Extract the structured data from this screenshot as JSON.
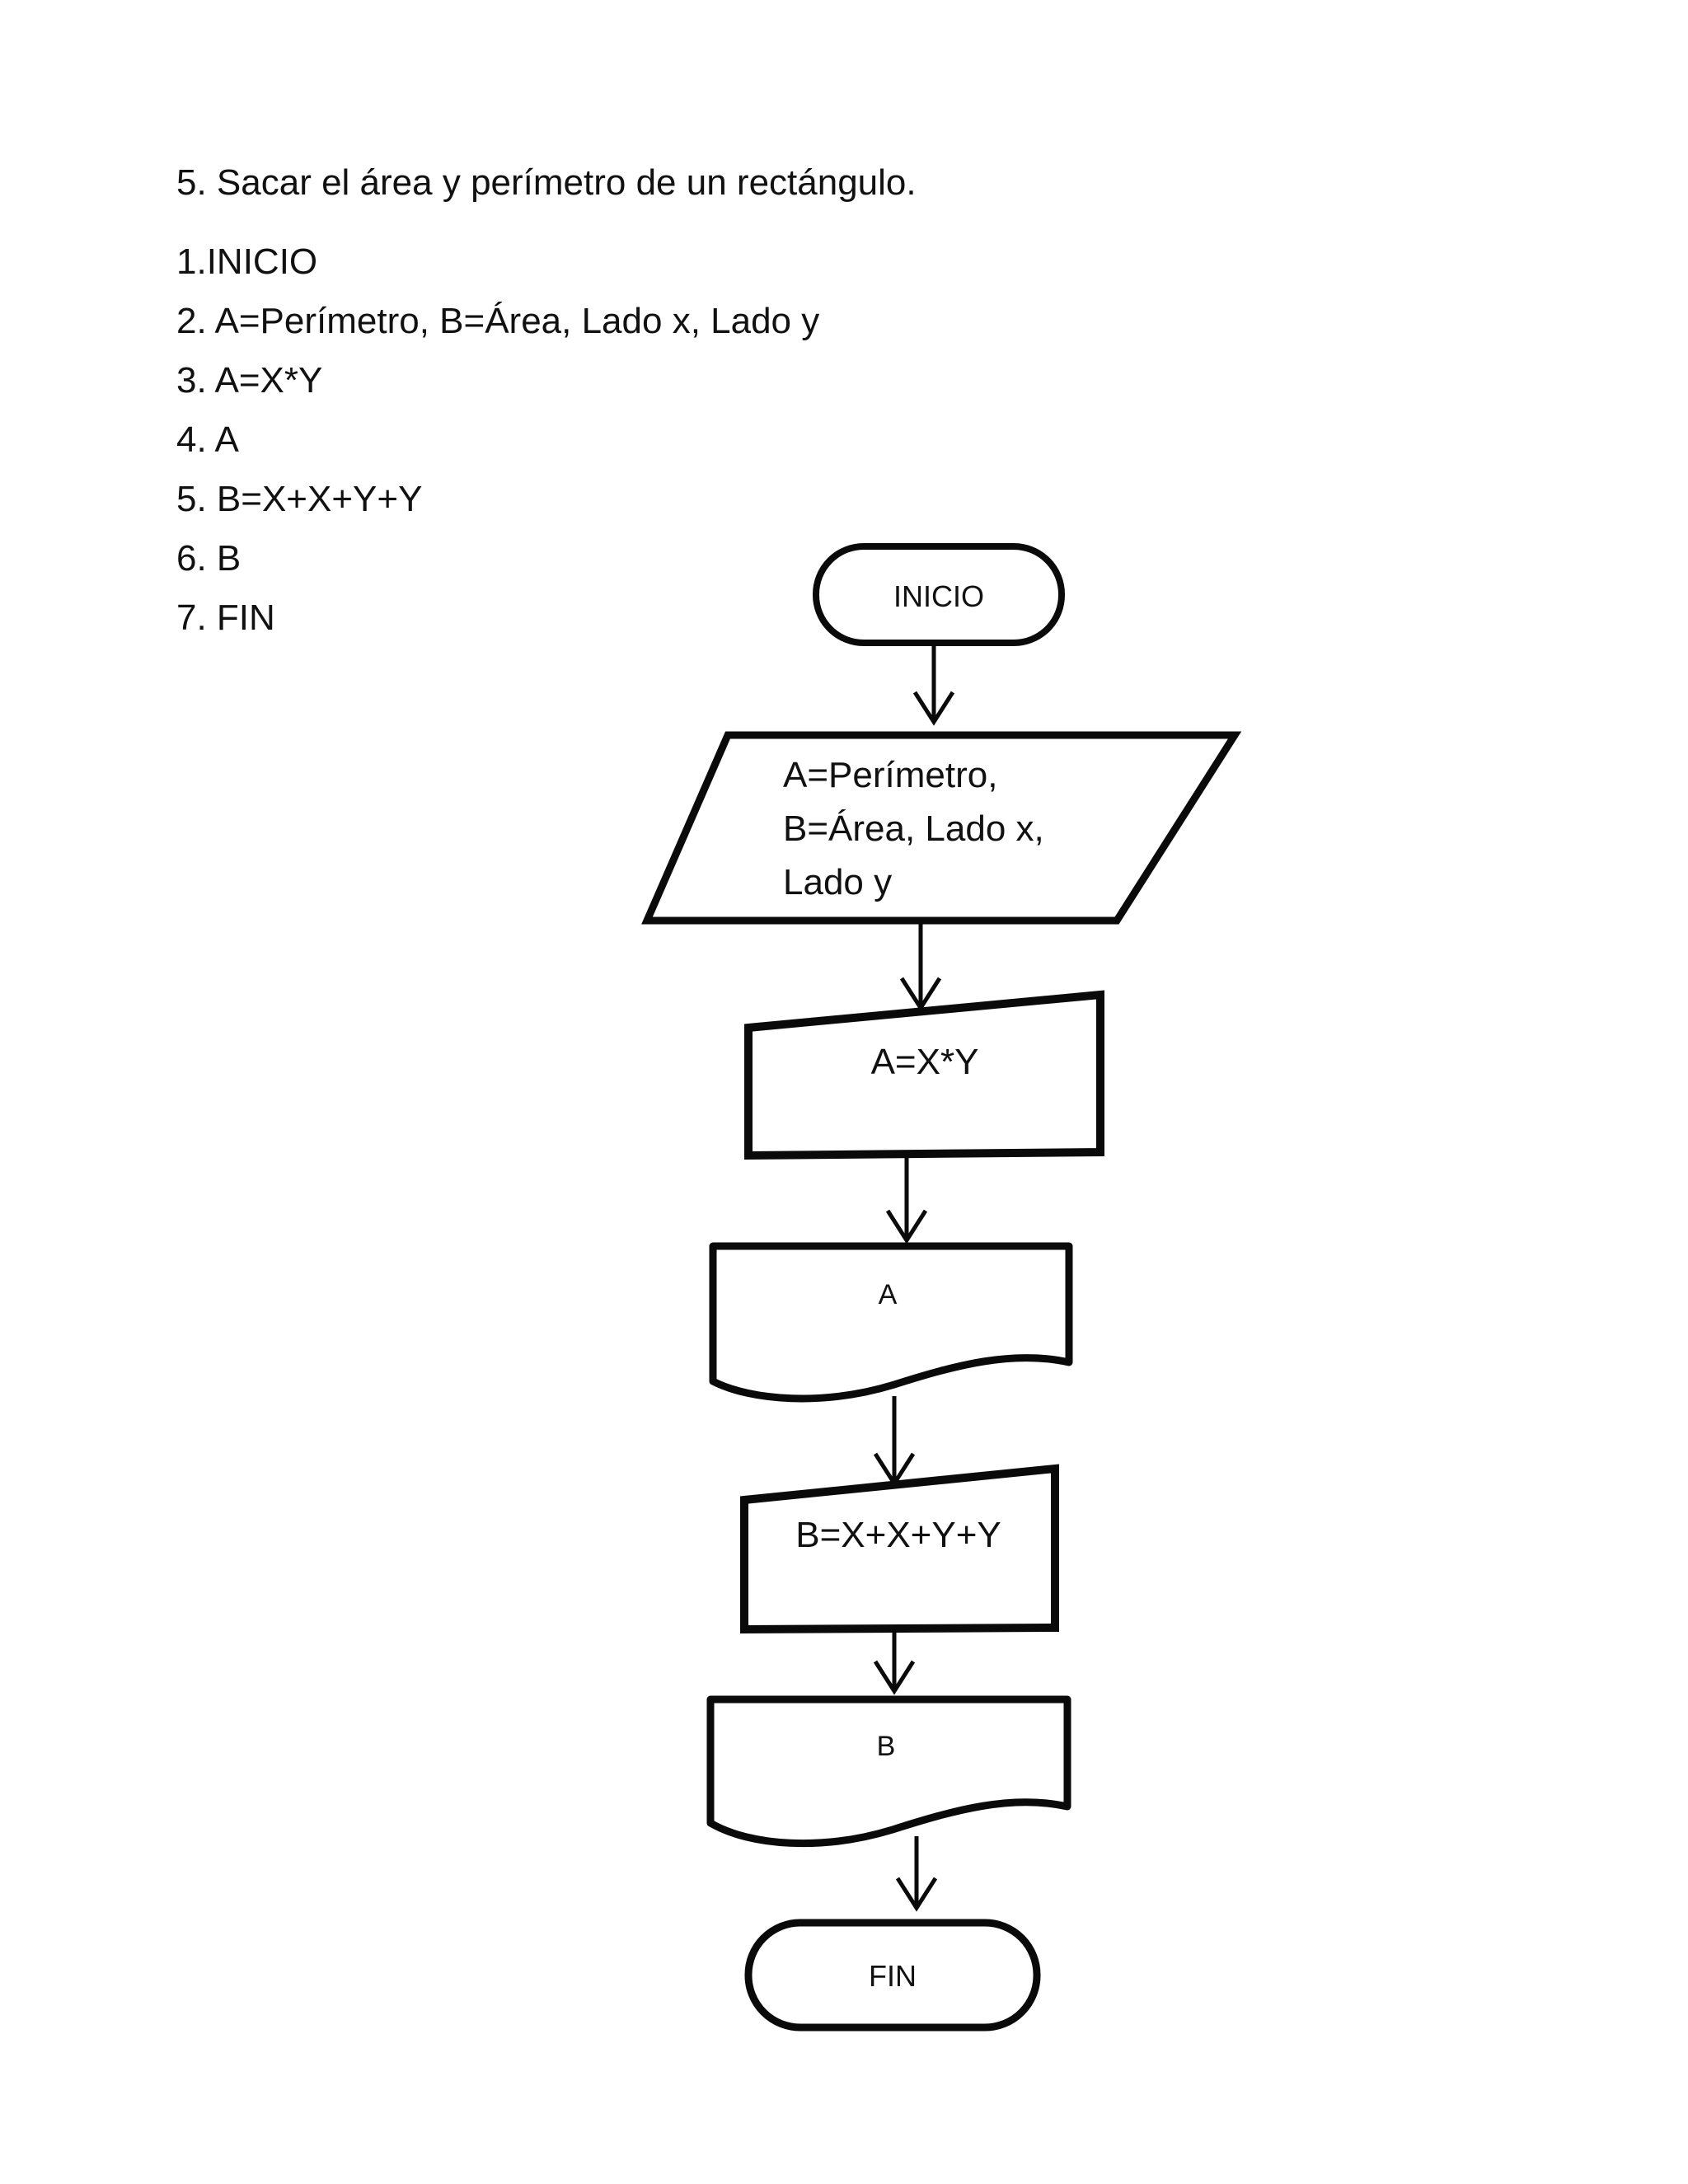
{
  "page": {
    "title": "5. Sacar el área y perímetro de un rectángulo.",
    "steps": [
      "1.INICIO",
      "2. A=Perímetro, B=Área, Lado x, Lado y",
      "3. A=X*Y",
      "4. A",
      "5. B=X+X+Y+Y",
      "6. B",
      "7. FIN"
    ]
  },
  "flowchart": {
    "nodes": [
      {
        "type": "terminator",
        "label": "INICIO"
      },
      {
        "type": "data-input",
        "label": "A=Perímetro, B=Área, Lado x, Lado y",
        "lines": [
          "A=Perímetro,",
          "B=Área, Lado x,",
          "Lado y"
        ]
      },
      {
        "type": "process",
        "label": "A=X*Y"
      },
      {
        "type": "document-output",
        "label": "A"
      },
      {
        "type": "process",
        "label": "B=X+X+Y+Y"
      },
      {
        "type": "document-output",
        "label": "B"
      },
      {
        "type": "terminator",
        "label": "FIN"
      }
    ]
  },
  "colors": {
    "ink": "#0a0a0a",
    "background": "#ffffff"
  }
}
